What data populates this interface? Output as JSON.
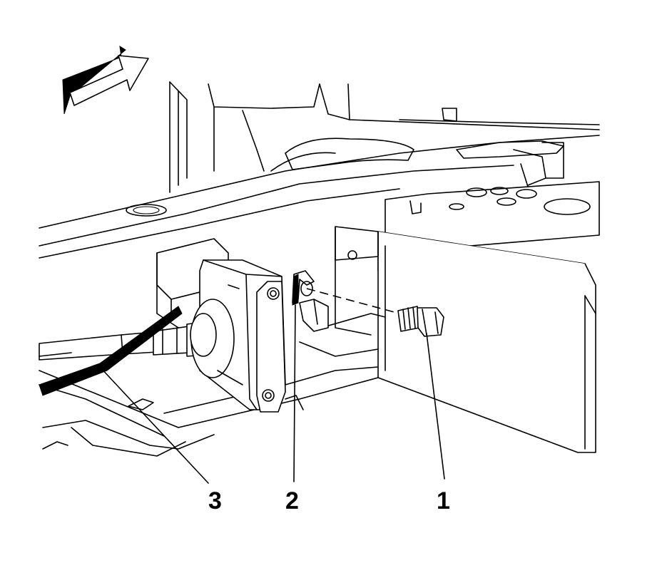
{
  "callouts": [
    {
      "id": "callout-1",
      "label": "1",
      "part": "bolt"
    },
    {
      "id": "callout-2",
      "label": "2",
      "part": "clip"
    },
    {
      "id": "callout-3",
      "label": "3",
      "part": "cable"
    }
  ],
  "icons": {
    "direction_arrow": "forward-direction-arrow-icon"
  },
  "colors": {
    "line": "#000000",
    "background": "#ffffff"
  }
}
